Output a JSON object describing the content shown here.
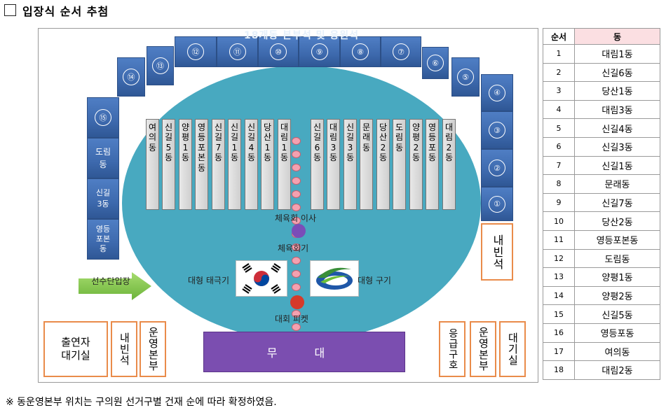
{
  "header": {
    "title": "입장식 순서 추첨"
  },
  "diagram": {
    "top_title": "18개동 본부석 및 응원석",
    "seat_numbers": [
      "①",
      "②",
      "③",
      "④",
      "⑤",
      "⑥",
      "⑦",
      "⑧",
      "⑨",
      "⑩",
      "⑪",
      "⑫",
      "⑬",
      "⑭",
      "⑮"
    ],
    "left_side_labels": [
      "도림\n동",
      "신길\n3동",
      "영등\n포본\n동"
    ],
    "bars": [
      "여의동",
      "신길5동",
      "양평1동",
      "영등포본동",
      "신길7동",
      "신길1동",
      "신길4동",
      "당산1동",
      "대림1동",
      "신길6동",
      "대림3동",
      "신길3동",
      "문래동",
      "당산2동",
      "도림동",
      "양평2동",
      "영등포동",
      "대림2동"
    ],
    "committee_director": "체육회 이사",
    "committee_flag": "체육회기",
    "korean_flag_label": "대형 태극기",
    "district_flag_label": "대형 구기",
    "picket_label": "대회 피켓",
    "stage_label": "무 대",
    "vip_right": "내빈석",
    "athletes_entrance": "선수단입장",
    "bottom_boxes": [
      "출연자\n대기실",
      "내빈석",
      "운영본부",
      "응급구호",
      "운영본부",
      "대기실"
    ],
    "colors": {
      "field": "#48a9c0",
      "seat": "#3d69ad",
      "stage": "#7b4eb0",
      "orange": "#e98b4a",
      "picket": "#d63a2a",
      "committee_dot": "#7a4db8",
      "arrow": "#7cc43c"
    }
  },
  "order_table": {
    "headers": [
      "순서",
      "동"
    ],
    "rows": [
      [
        "1",
        "대림1동"
      ],
      [
        "2",
        "신길6동"
      ],
      [
        "3",
        "당산1동"
      ],
      [
        "4",
        "대림3동"
      ],
      [
        "5",
        "신길4동"
      ],
      [
        "6",
        "신길3동"
      ],
      [
        "7",
        "신길1동"
      ],
      [
        "8",
        "문래동"
      ],
      [
        "9",
        "신길7동"
      ],
      [
        "10",
        "당산2동"
      ],
      [
        "11",
        "영등포본동"
      ],
      [
        "12",
        "도림동"
      ],
      [
        "13",
        "양평1동"
      ],
      [
        "14",
        "양평2동"
      ],
      [
        "15",
        "신길5동"
      ],
      [
        "16",
        "영등포동"
      ],
      [
        "17",
        "여의동"
      ],
      [
        "18",
        "대림2동"
      ]
    ]
  },
  "footnote": "※ 동운영본부 위치는 구의원 선거구별 건재 순에 따라 확정하였음."
}
